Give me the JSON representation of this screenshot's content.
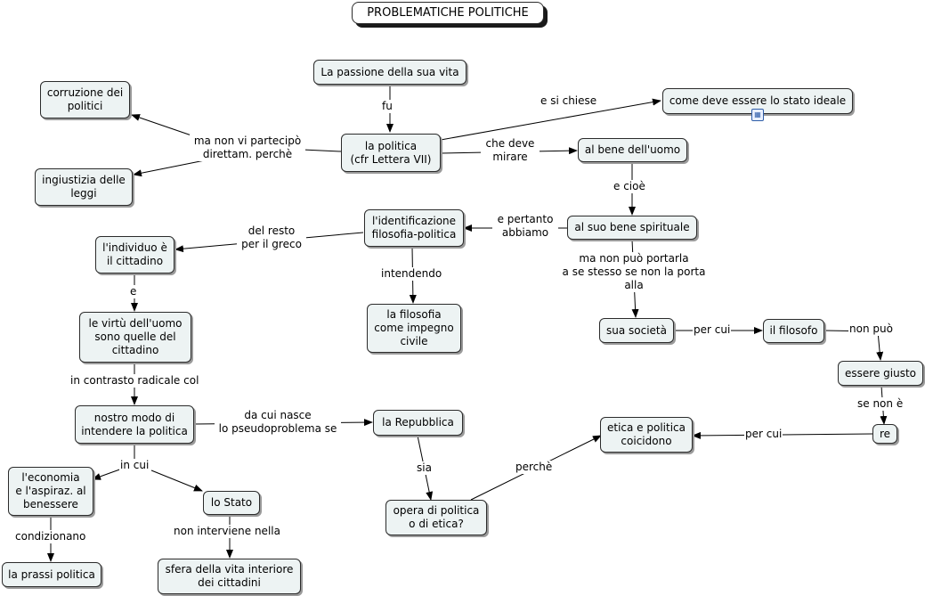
{
  "title": "PROBLEMATICHE POLITICHE",
  "nodes": {
    "passione": "La passione della sua vita",
    "corruzione": "corruzione dei\npolitici",
    "ingiustizia": "ingiustizia delle\nleggi",
    "politica": "la politica\n(cfr Lettera VII)",
    "stato_ideale": "come deve essere lo stato ideale",
    "bene_uomo": "al bene dell'uomo",
    "bene_spirituale": "al suo bene spirituale",
    "identificazione": "l'identificazione\nfilosofia-politica",
    "individuo": "l'individuo è\nil cittadino",
    "filosofia_impegno": "la filosofia\ncome impegno\ncivile",
    "virtu": "le virtù dell'uomo\nsono quelle del\ncittadino",
    "societa": "sua società",
    "filosofo": "il filosofo",
    "giusto": "essere giusto",
    "re": "re",
    "etica_politica": "etica e politica\ncoicidono",
    "modo": "nostro modo di\nintendere la politica",
    "repubblica": "la Repubblica",
    "economia": "l'economia\ne l'aspiraz. al\nbenessere",
    "stato": "lo Stato",
    "opera": "opera di politica\no di etica?",
    "prassi": "la prassi politica",
    "sfera": "sfera della vita interiore\ndei cittadini"
  },
  "labels": {
    "fu": "fu",
    "si_chiese": "e si chiese",
    "non_partecipo": "ma non vi partecipò\ndirettam. perchè",
    "che_deve": "che deve\nmirare",
    "e_cioe": "e cioè",
    "pertanto": "e pertanto\nabbiamo",
    "del_resto": "del resto\nper il greco",
    "intendendo": "intendendo",
    "e": "e",
    "non_puo_portarla": "ma non può portarla\na se stesso se non la porta\nalla",
    "per_cui_1": "per cui",
    "non_puo": "non può",
    "se_non_e": "se non è",
    "per_cui_2": "per cui",
    "contrasto": "in contrasto radicale col",
    "da_cui": "da cui nasce\nlo pseudoproblema se",
    "sia": "sia",
    "perche": "perchè",
    "in_cui": "in cui",
    "condizionano": "condizionano",
    "non_interviene": "non interviene nella"
  },
  "badge_icon": "map-link-icon"
}
